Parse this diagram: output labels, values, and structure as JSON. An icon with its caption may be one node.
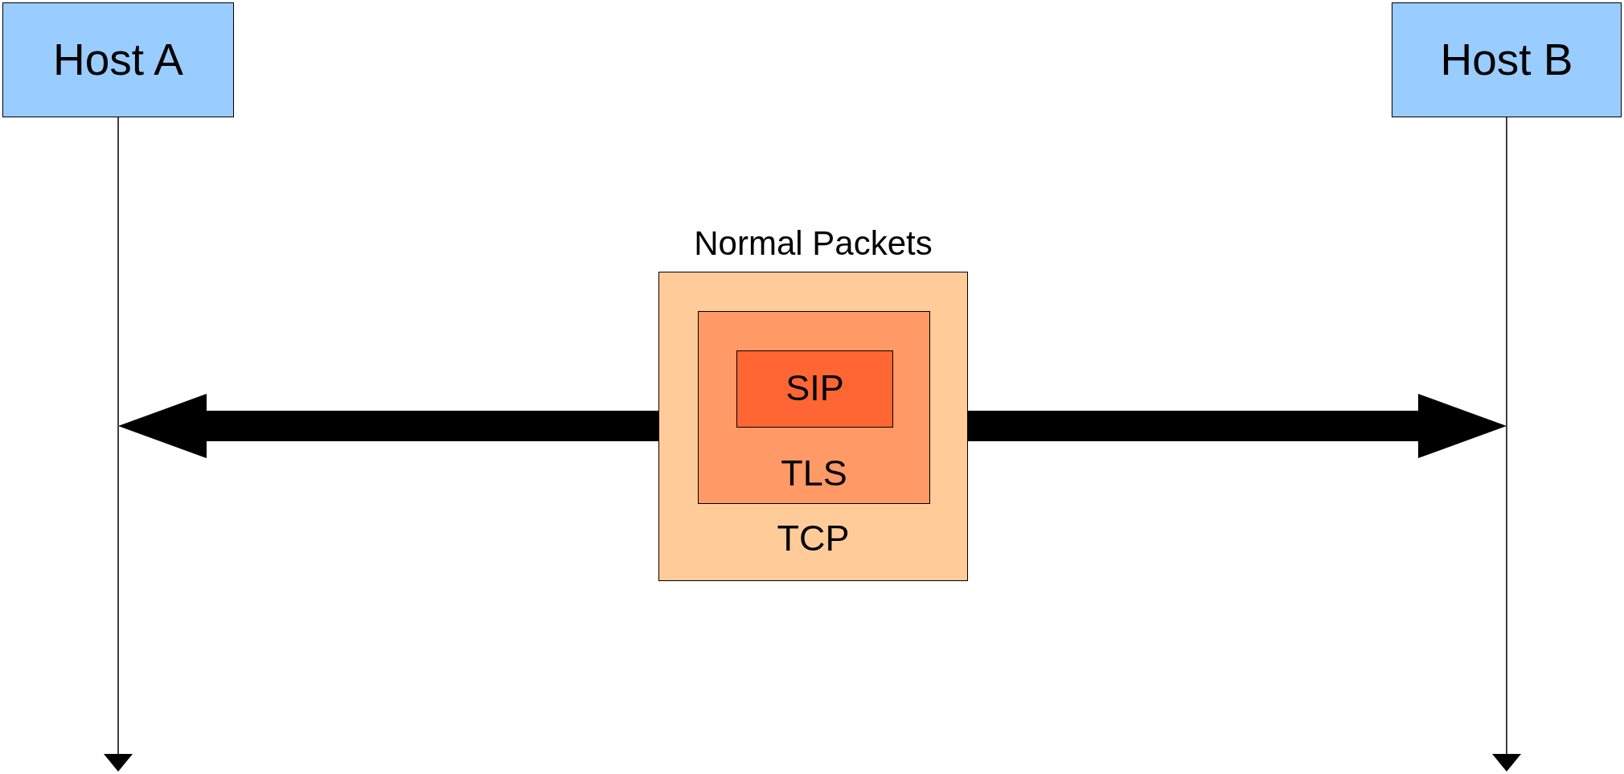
{
  "diagram": {
    "nodes": [
      {
        "text": [
          "Host A"
        ]
      },
      {
        "text": [
          "Host B"
        ]
      },
      {
        "text": [
          "Normal Packets",
          "TCP"
        ]
      },
      {
        "text": [
          "TLS"
        ],
        "in": 2
      },
      {
        "text": [
          "SIP"
        ],
        "in": 3
      }
    ],
    "edges": [
      {
        "from": 0,
        "to": null,
        "arrow": "to"
      },
      {
        "from": 1,
        "to": null,
        "arrow": "to"
      },
      {
        "from": 2,
        "to": null,
        "arrow": "to",
        "style": "thick"
      },
      {
        "from": 2,
        "to": null,
        "arrow": "to",
        "style": "thick"
      }
    ]
  }
}
